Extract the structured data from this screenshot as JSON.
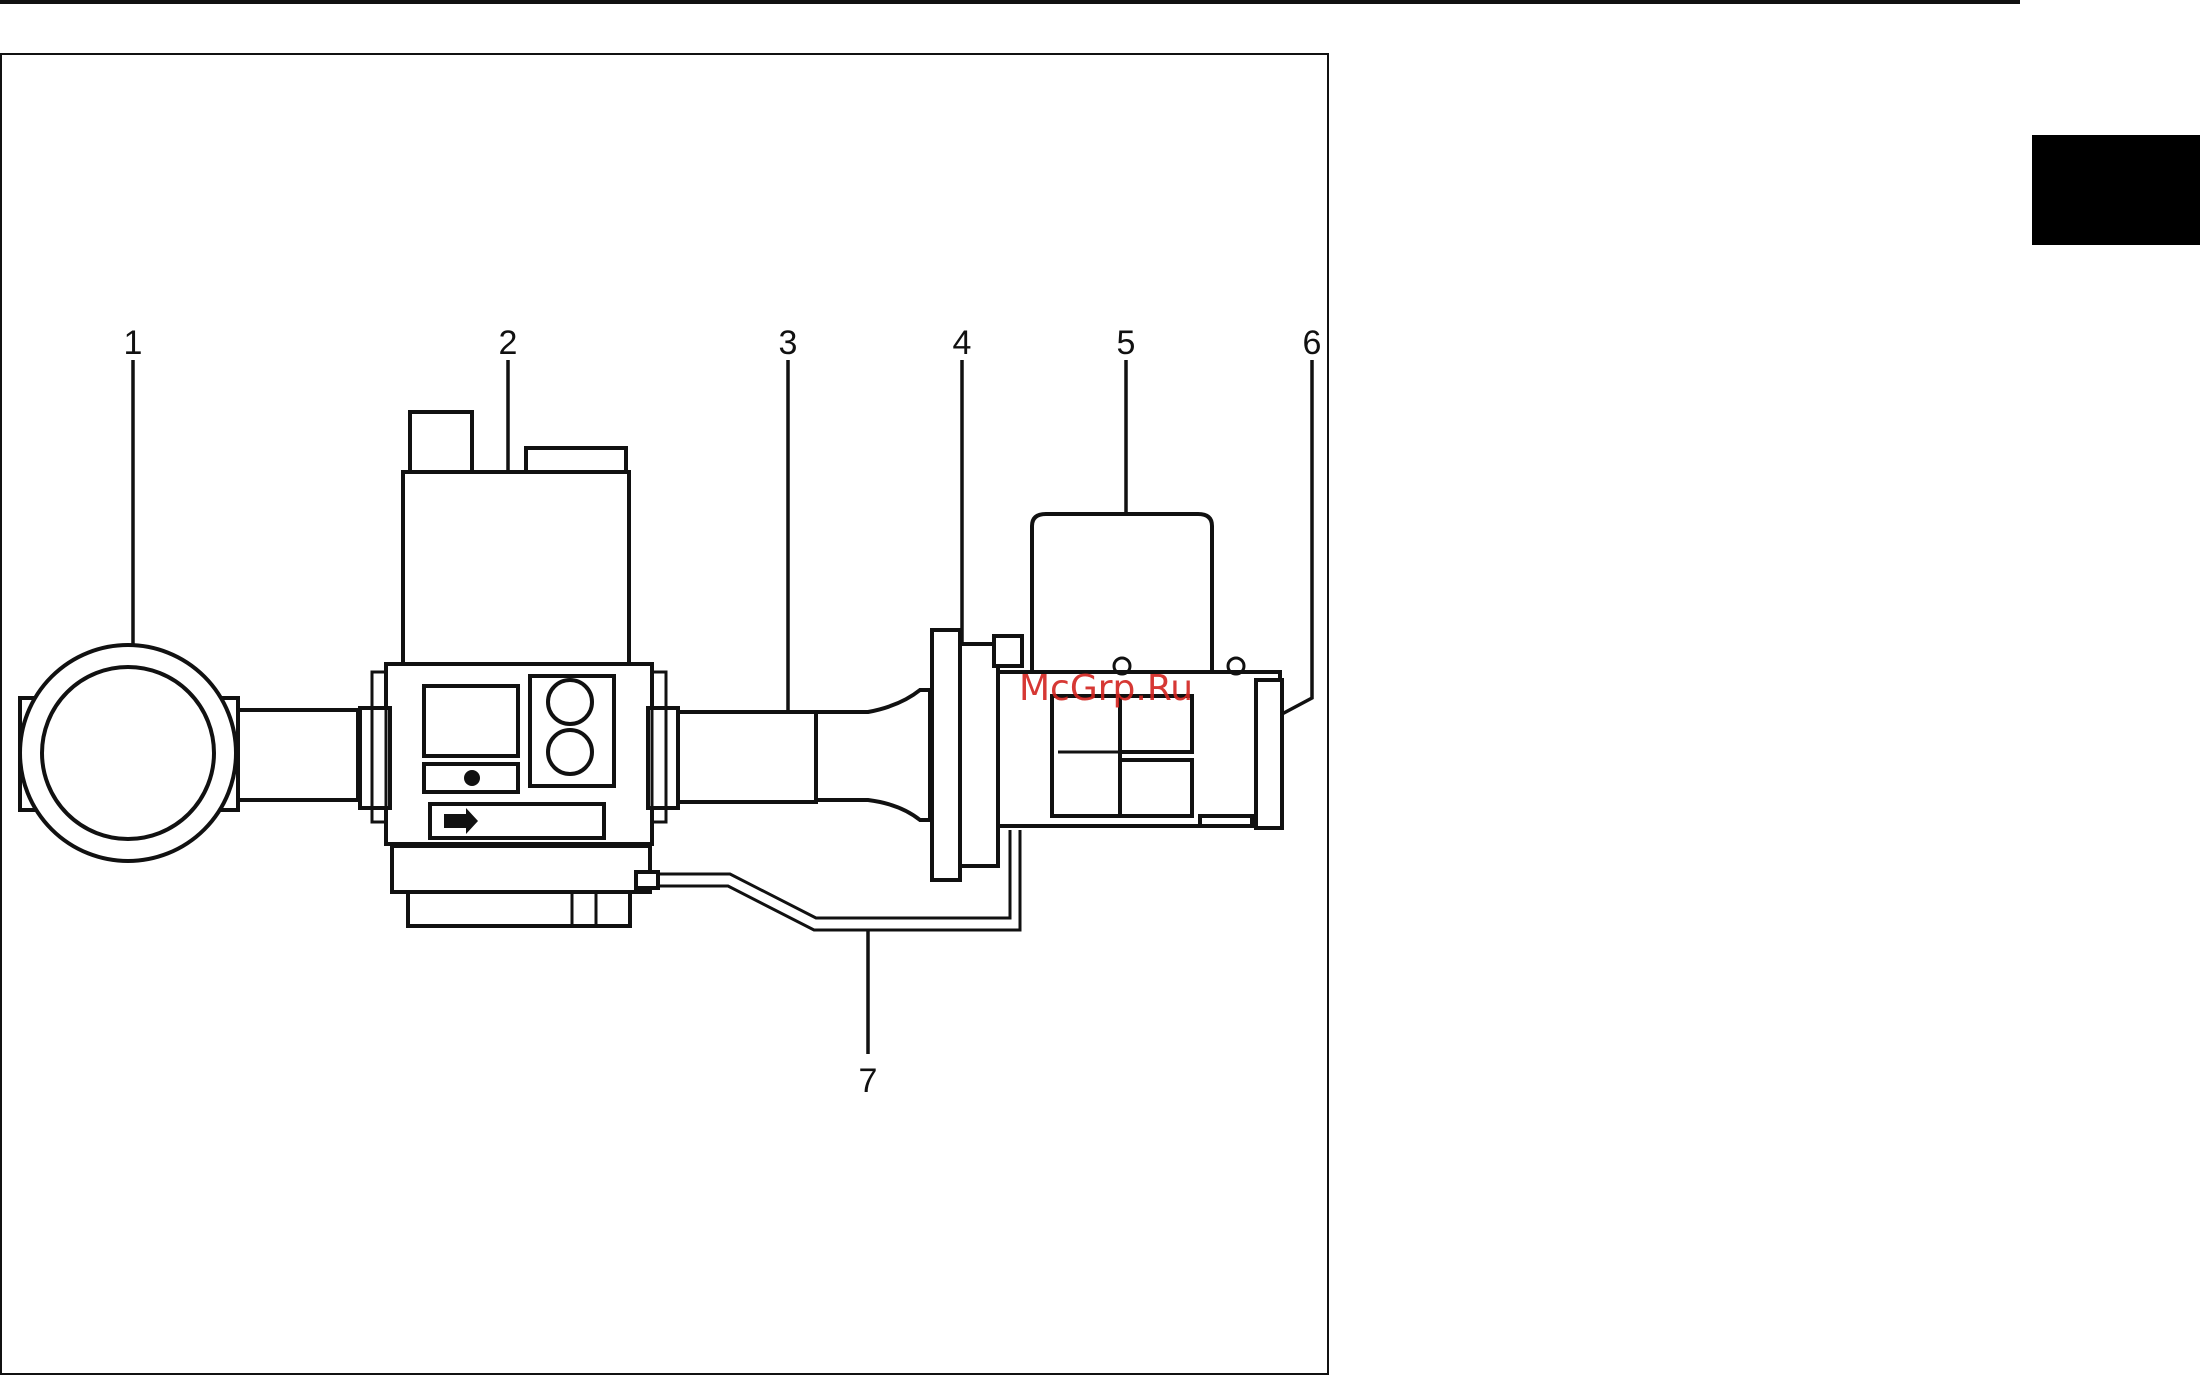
{
  "callouts": {
    "c1": "1",
    "c2": "2",
    "c3": "3",
    "c4": "4",
    "c5": "5",
    "c6": "6",
    "c7": "7"
  },
  "watermark": "McGrp.Ru",
  "colors": {
    "line": "#111111",
    "tab": "#000000",
    "watermark": "#d2231f",
    "background": "#ffffff"
  }
}
